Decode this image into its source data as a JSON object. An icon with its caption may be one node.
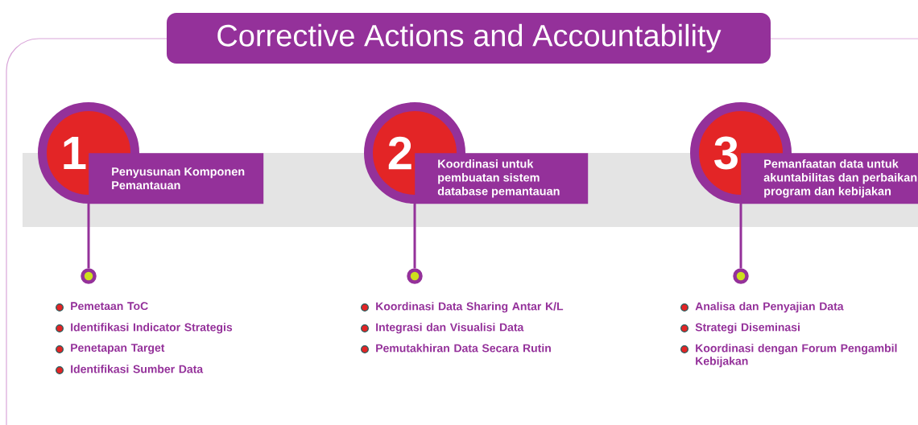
{
  "diagram": {
    "title": "Corrective Actions and Accountability",
    "nodes": [
      {
        "text": [
          "1"
        ]
      },
      {
        "text": [
          "Penyusunan Komponen Pemantauan"
        ]
      },
      {
        "text": [],
        "shape": "circle"
      },
      {
        "text": [
          "2"
        ]
      },
      {
        "text": [
          "Koordinasi untuk pembuatan sistem database pemantauan"
        ]
      },
      {
        "text": [],
        "shape": "circle"
      },
      {
        "text": [
          "3"
        ]
      },
      {
        "text": [
          "Pemanfaatan data untuk akuntabilitas dan perbaikan program dan kebijakan"
        ]
      },
      {
        "text": [],
        "shape": "circle"
      }
    ],
    "edges": [
      {
        "from": 0,
        "to": 2,
        "arrow": "none"
      },
      {
        "from": 3,
        "to": 5,
        "arrow": "none"
      },
      {
        "from": 6,
        "to": 8,
        "arrow": "none"
      }
    ],
    "labels": [
      "Pemetaan ToC",
      "Identifikasi Indicator Strategis",
      "Penetapan Target",
      "Identifikasi Sumber Data",
      "Koordinasi Data Sharing Antar K/L",
      "Integrasi dan Visualisi Data",
      "Pemutakhiran Data Secara Rutin",
      "Analisa dan Penyajian Data",
      "Strategi Diseminasi",
      "Koordinasi dengan Forum Pengambil Kebijakan"
    ]
  }
}
